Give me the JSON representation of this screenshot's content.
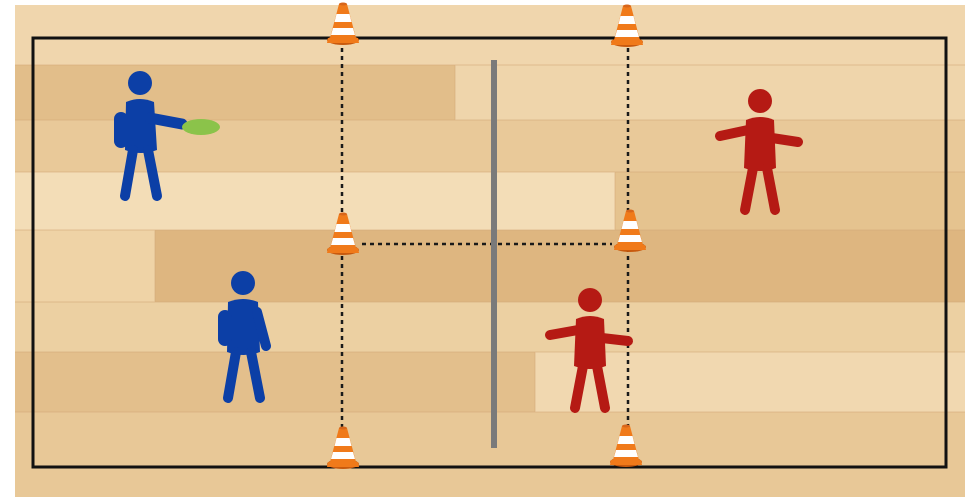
{
  "diagram": {
    "colors": {
      "floor_light": "#f0d9b2",
      "floor_mid": "#e6c594",
      "floor_dark": "#d9b07a",
      "boundary": "#111111",
      "net": "#7a7a7a",
      "dotted_lines": "#1a1a1a",
      "blue_team": "#0c3fa6",
      "red_team": "#b51a14",
      "frisbee": "#8bc34a",
      "cone_orange": "#f07a1a",
      "cone_white": "#ffffff"
    },
    "players": [
      {
        "team": "blue",
        "role": "thrower",
        "holding": "frisbee"
      },
      {
        "team": "blue",
        "role": "player"
      },
      {
        "team": "red",
        "role": "player"
      },
      {
        "team": "red",
        "role": "player"
      }
    ],
    "cones": 6,
    "icons": [
      "cone-icon",
      "person-icon",
      "frisbee-icon"
    ]
  }
}
